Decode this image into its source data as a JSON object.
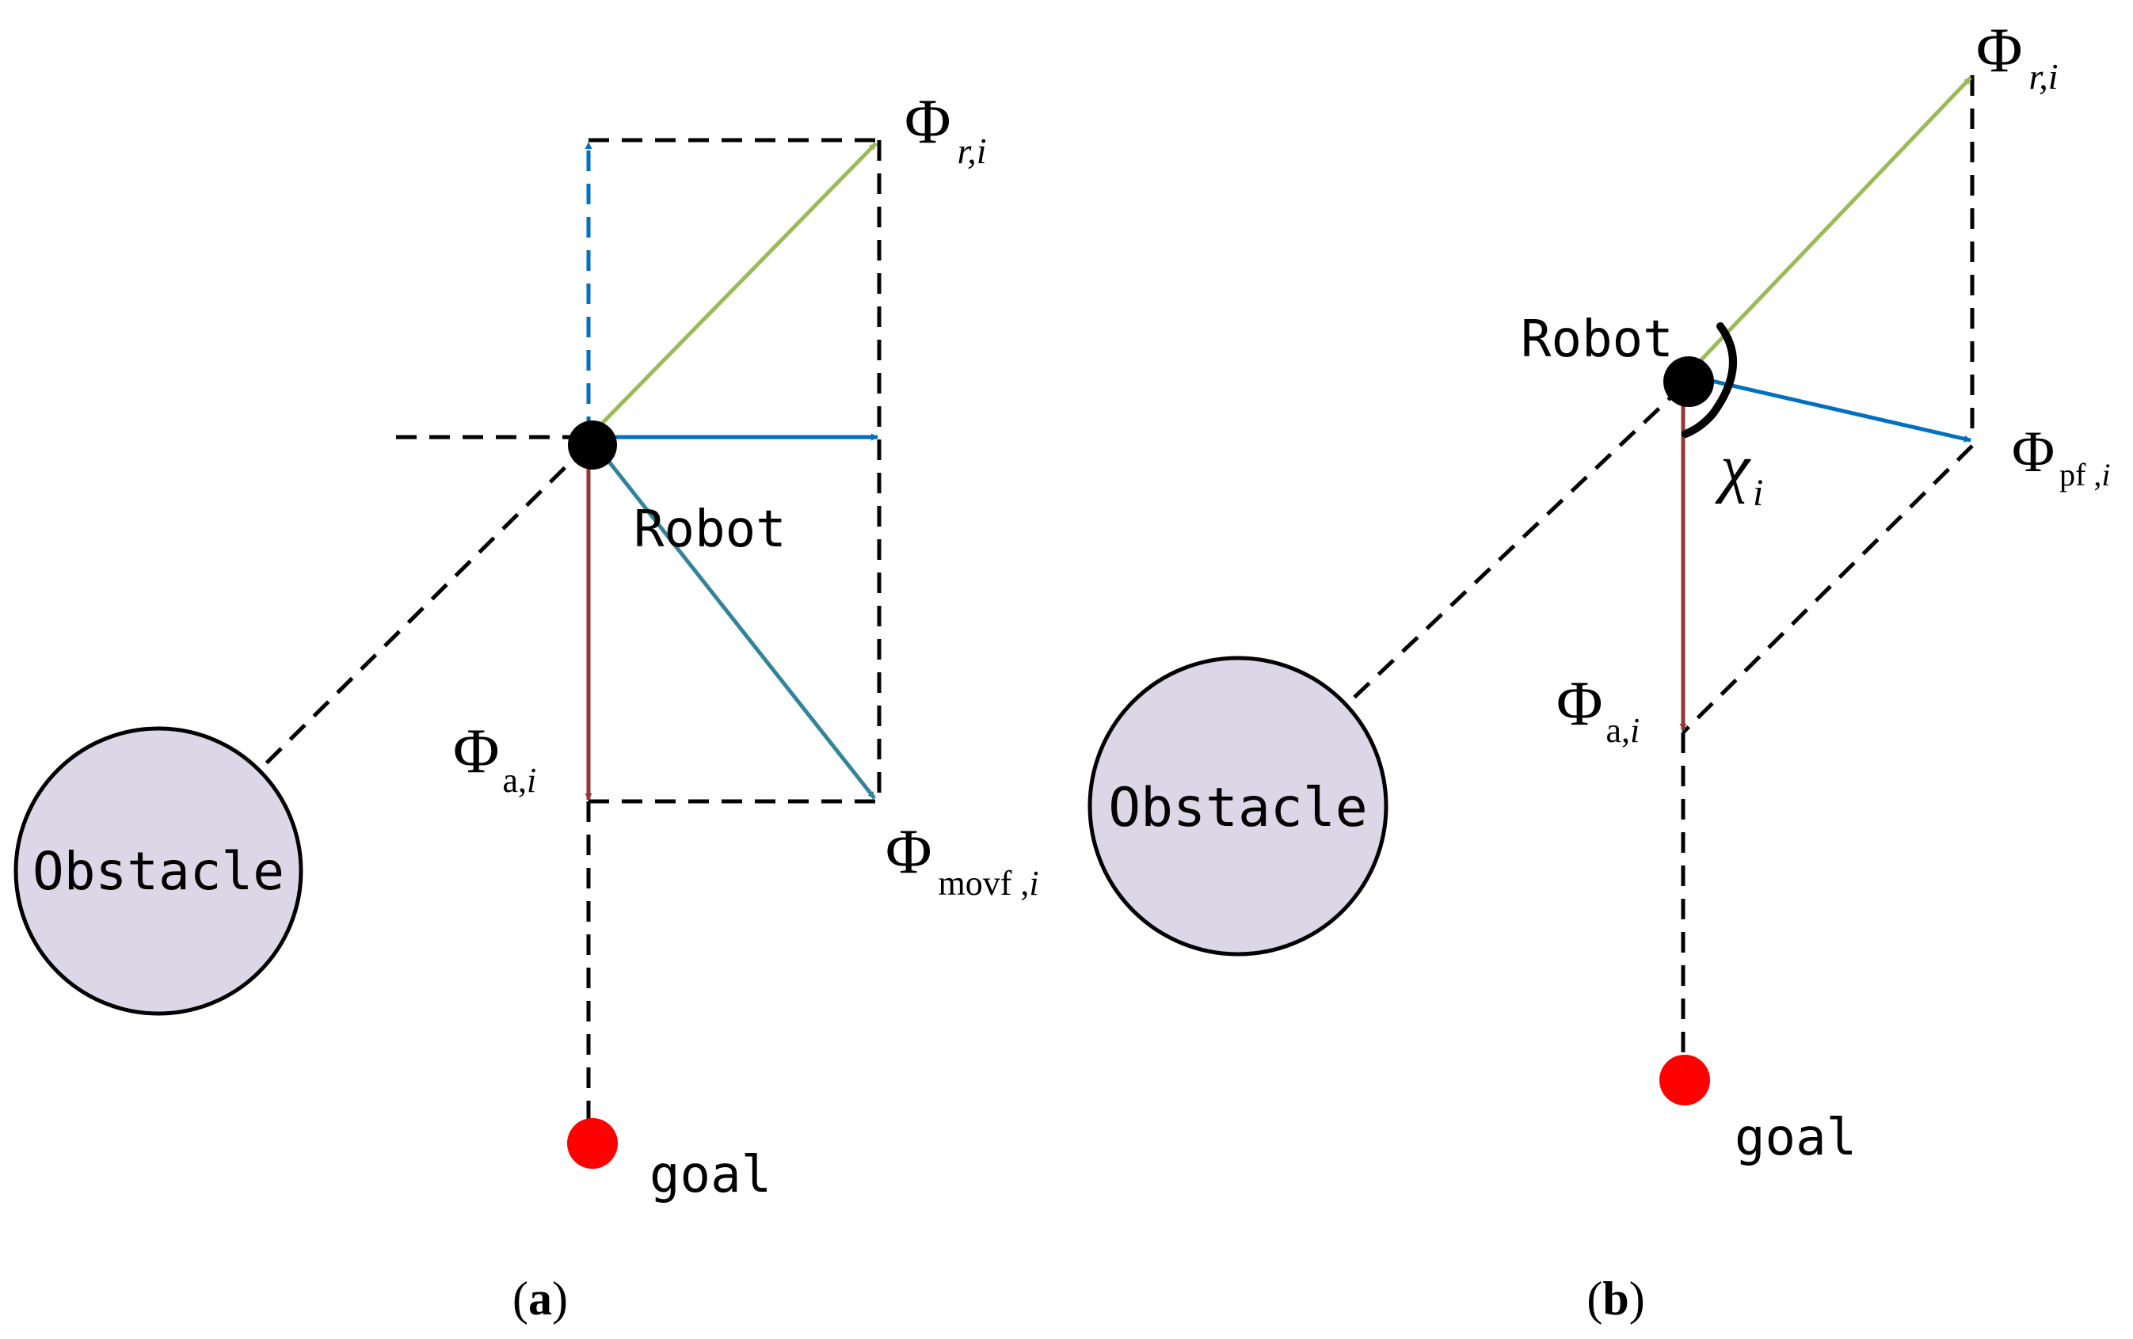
{
  "colors": {
    "dash": "#000000",
    "green": "#9bbb59",
    "blue": "#0070c0",
    "teal": "#31849b",
    "brown": "#953735",
    "obstacle_fill": "#dcd7e6",
    "goal": "#ff0000"
  },
  "panel_a": {
    "caption_open": "(",
    "caption_letter": "a",
    "caption_close": ")",
    "obstacle_label": "Obstacle",
    "robot_label": "Robot",
    "goal_label": "goal",
    "phi": "Φ",
    "phi_r_sub": "r,i",
    "phi_a_sub_main": "a,",
    "phi_a_sub_i": "i",
    "phi_movf_sub_main": "movf ,",
    "phi_movf_sub_i": "i"
  },
  "panel_b": {
    "caption_open": "(",
    "caption_letter": "b",
    "caption_close": ")",
    "obstacle_label": "Obstacle",
    "robot_label": "Robot",
    "goal_label": "goal",
    "phi": "Φ",
    "phi_r_sub": "r,i",
    "phi_a_sub_main": "a,",
    "phi_a_sub_i": "i",
    "phi_pf_sub_main": "pf ,",
    "phi_pf_sub_i": "i",
    "chi": "χ",
    "chi_sub": "i"
  }
}
